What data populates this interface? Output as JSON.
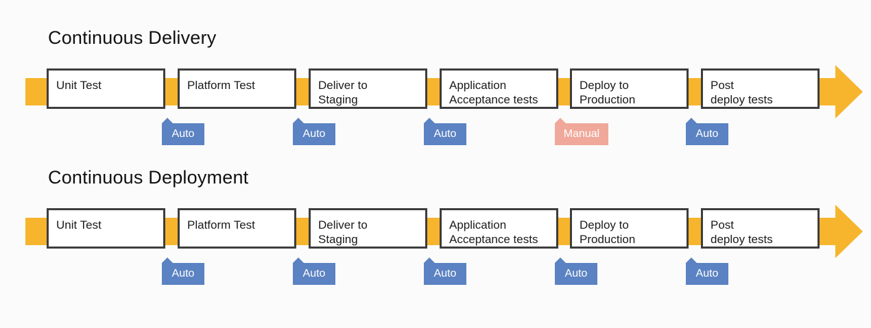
{
  "sections": [
    {
      "title": "Continuous Delivery",
      "stages": [
        {
          "label": "Unit Test"
        },
        {
          "label": "Platform Test"
        },
        {
          "label": "Deliver to\nStaging"
        },
        {
          "label": "Application\nAcceptance tests"
        },
        {
          "label": "Deploy to\nProduction"
        },
        {
          "label": "Post\ndeploy tests"
        }
      ],
      "gates": [
        {
          "label": "Auto",
          "type": "auto"
        },
        {
          "label": "Auto",
          "type": "auto"
        },
        {
          "label": "Auto",
          "type": "auto"
        },
        {
          "label": "Manual",
          "type": "manual"
        },
        {
          "label": "Auto",
          "type": "auto"
        }
      ]
    },
    {
      "title": "Continuous Deployment",
      "stages": [
        {
          "label": "Unit Test"
        },
        {
          "label": "Platform Test"
        },
        {
          "label": "Deliver to\nStaging"
        },
        {
          "label": "Application\nAcceptance tests"
        },
        {
          "label": "Deploy to\nProduction"
        },
        {
          "label": "Post\ndeploy tests"
        }
      ],
      "gates": [
        {
          "label": "Auto",
          "type": "auto"
        },
        {
          "label": "Auto",
          "type": "auto"
        },
        {
          "label": "Auto",
          "type": "auto"
        },
        {
          "label": "Auto",
          "type": "auto"
        },
        {
          "label": "Auto",
          "type": "auto"
        }
      ]
    }
  ],
  "colors": {
    "arrow": "#f6b52c",
    "auto_badge": "#5b82c2",
    "manual_badge": "#f0a89a",
    "stage_border": "#3d3d3d"
  }
}
